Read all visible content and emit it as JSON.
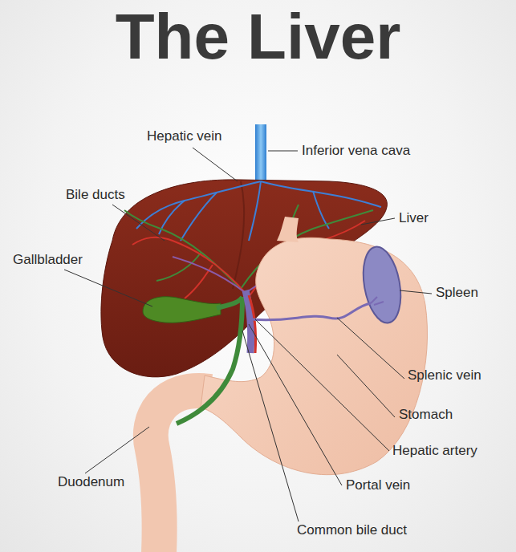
{
  "diagram": {
    "title": "The Liver",
    "labels": [
      "Hepatic vein",
      "Inferior vena cava",
      "Bile ducts",
      "Liver",
      "Gallbladder",
      "Spleen",
      "Splenic vein",
      "Stomach",
      "Hepatic artery",
      "Duodenum",
      "Portal vein",
      "Common bile duct"
    ]
  }
}
